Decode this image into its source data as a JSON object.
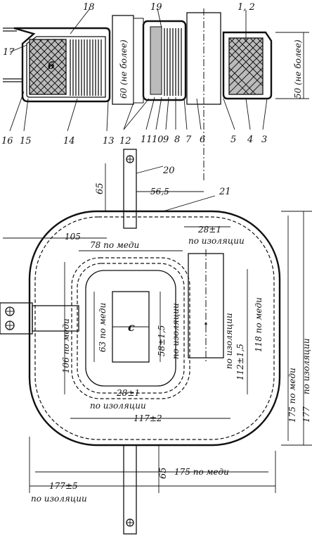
{
  "section_view": {
    "callouts": [
      "18",
      "19",
      "1, 2",
      "17",
      "16",
      "15",
      "14",
      "13",
      "12",
      "11",
      "10",
      "9",
      "8",
      "7",
      "6",
      "5",
      "4",
      "3"
    ],
    "label_b": "б",
    "dim_60": "60 (не более)",
    "dim_50": "50 (не более)"
  },
  "plan_view": {
    "callout_20": "20",
    "callout_21": "21",
    "dim_65_top": "65",
    "dim_56_5": "56,5",
    "dim_105": "105",
    "dim_78_copper": "78 по меди",
    "dim_28_top_value": "28±1",
    "dim_28_top_label": "по изоляции",
    "dim_106_copper": "106 по меди",
    "dim_63_copper": "63 по меди",
    "label_c": "с",
    "dim_58_value": "58±1,5",
    "dim_58_label": "по изоляции",
    "dim_28_bottom_value": "28±1",
    "dim_28_bottom_label": "по изоляции",
    "dim_112_value": "112±1,5",
    "dim_112_label": "по изоляции",
    "dim_118_copper": "118 по меди",
    "dim_175_copper_v": "175 по меди",
    "dim_177_tol_v": "177",
    "dim_177_label_v": "по изоляции",
    "dim_117": "117±2",
    "dim_65_bottom": "65",
    "dim_175_copper_h": "175 по меди",
    "dim_177_value_h": "177±5",
    "dim_177_label_h": "по изоляции"
  }
}
